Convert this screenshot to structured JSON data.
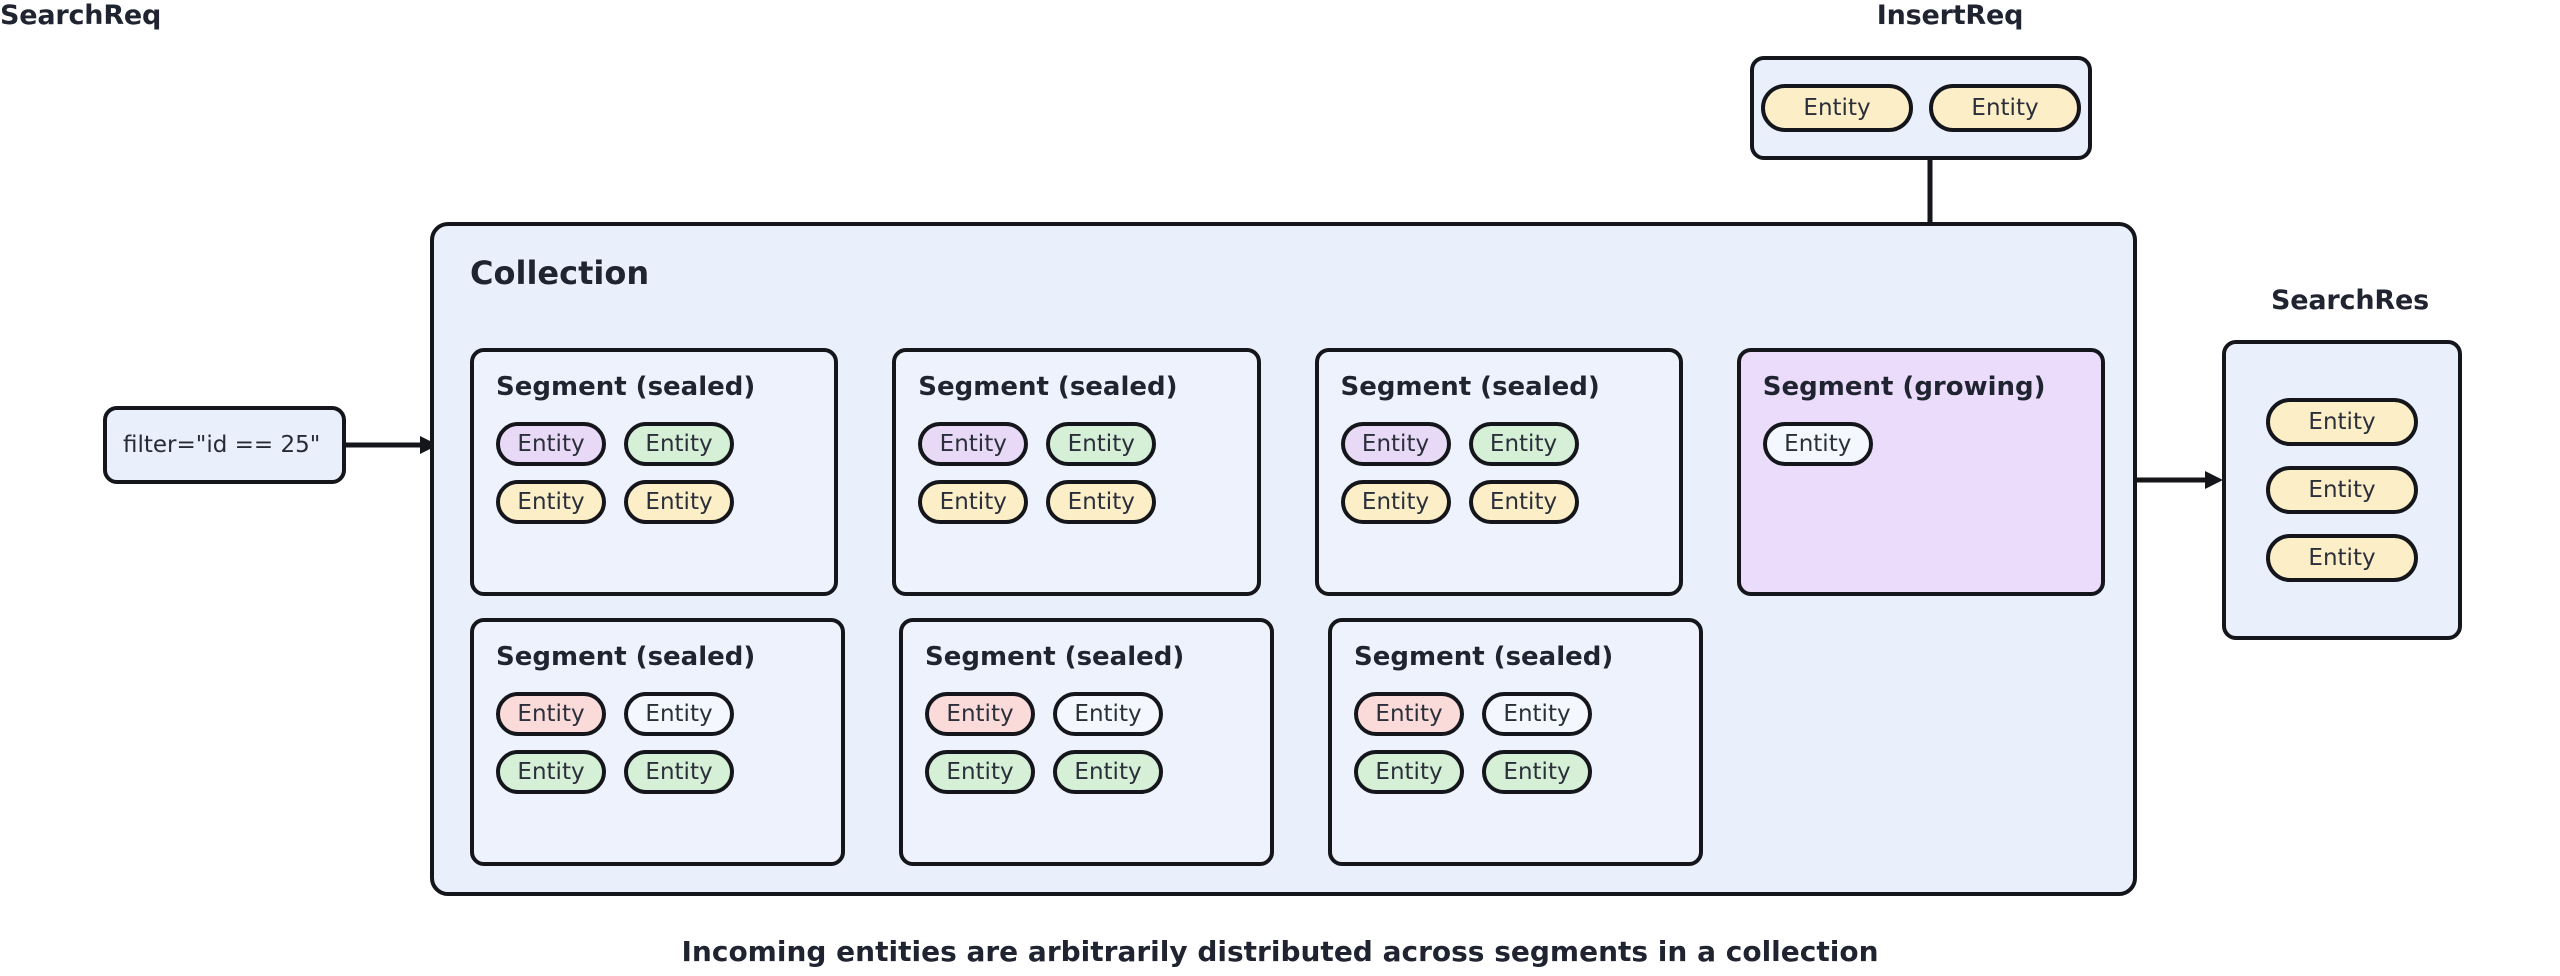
{
  "diagram": {
    "caption": "Incoming entities are arbitrarily distributed across segments in a collection",
    "colors": {
      "panel_bg": "#eaf0fb",
      "segment_bg": "#eef2fc",
      "growing_bg": "#eadcfa",
      "stroke": "#14161c",
      "entity_yellow": "#fcefc8",
      "entity_green": "#d6f0d8",
      "entity_purple": "#e8d9f7",
      "entity_pink": "#fbdada",
      "entity_plain": "#f4f7fd"
    }
  },
  "search_request": {
    "label": "SearchReq",
    "filter": "filter=\"id == 25\""
  },
  "insert_request": {
    "label": "InsertReq",
    "entities": [
      {
        "label": "Entity",
        "color": "yellow"
      },
      {
        "label": "Entity",
        "color": "yellow"
      }
    ]
  },
  "search_response": {
    "label": "SearchRes",
    "entities": [
      {
        "label": "Entity",
        "color": "yellow"
      },
      {
        "label": "Entity",
        "color": "yellow"
      },
      {
        "label": "Entity",
        "color": "yellow"
      }
    ]
  },
  "collection": {
    "title": "Collection",
    "rows": [
      {
        "segments": [
          {
            "title": "Segment (sealed)",
            "state": "sealed",
            "entities": [
              {
                "label": "Entity",
                "color": "purple"
              },
              {
                "label": "Entity",
                "color": "green"
              },
              {
                "label": "Entity",
                "color": "yellow"
              },
              {
                "label": "Entity",
                "color": "yellow"
              }
            ]
          },
          {
            "title": "Segment (sealed)",
            "state": "sealed",
            "entities": [
              {
                "label": "Entity",
                "color": "purple"
              },
              {
                "label": "Entity",
                "color": "green"
              },
              {
                "label": "Entity",
                "color": "yellow"
              },
              {
                "label": "Entity",
                "color": "yellow"
              }
            ]
          },
          {
            "title": "Segment (sealed)",
            "state": "sealed",
            "entities": [
              {
                "label": "Entity",
                "color": "purple"
              },
              {
                "label": "Entity",
                "color": "green"
              },
              {
                "label": "Entity",
                "color": "yellow"
              },
              {
                "label": "Entity",
                "color": "yellow"
              }
            ]
          },
          {
            "title": "Segment (growing)",
            "state": "growing",
            "entities": [
              {
                "label": "Entity",
                "color": "plain"
              }
            ]
          }
        ]
      },
      {
        "segments": [
          {
            "title": "Segment (sealed)",
            "state": "sealed",
            "entities": [
              {
                "label": "Entity",
                "color": "pink"
              },
              {
                "label": "Entity",
                "color": "plain"
              },
              {
                "label": "Entity",
                "color": "green"
              },
              {
                "label": "Entity",
                "color": "green"
              }
            ]
          },
          {
            "title": "Segment (sealed)",
            "state": "sealed",
            "entities": [
              {
                "label": "Entity",
                "color": "pink"
              },
              {
                "label": "Entity",
                "color": "plain"
              },
              {
                "label": "Entity",
                "color": "green"
              },
              {
                "label": "Entity",
                "color": "green"
              }
            ]
          },
          {
            "title": "Segment (sealed)",
            "state": "sealed",
            "entities": [
              {
                "label": "Entity",
                "color": "pink"
              },
              {
                "label": "Entity",
                "color": "plain"
              },
              {
                "label": "Entity",
                "color": "green"
              },
              {
                "label": "Entity",
                "color": "green"
              }
            ]
          }
        ]
      }
    ]
  }
}
